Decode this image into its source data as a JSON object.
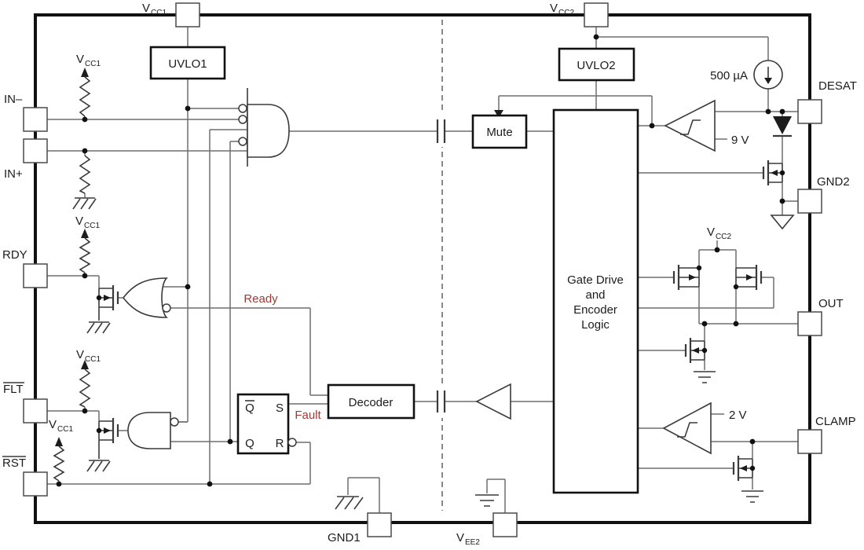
{
  "diagram": {
    "pins": {
      "vcc1": {
        "base": "V",
        "sub": "CC1"
      },
      "vcc2": {
        "base": "V",
        "sub": "CC2"
      },
      "in_minus": "IN–",
      "in_plus": "IN+",
      "rdy": "RDY",
      "flt": "FLT",
      "rst": "RST",
      "desat": "DESAT",
      "gnd2": "GND2",
      "out": "OUT",
      "clamp": "CLAMP",
      "gnd1": "GND1",
      "vee2": {
        "base": "V",
        "sub": "EE2"
      }
    },
    "rails": {
      "vcc1": {
        "base": "V",
        "sub": "CC1"
      },
      "vcc2": {
        "base": "V",
        "sub": "CC2"
      }
    },
    "blocks": {
      "uvlo1": "UVLO1",
      "uvlo2": "UVLO2",
      "mute": "Mute",
      "decoder": "Decoder",
      "gate_drive": [
        "Gate Drive",
        "and",
        "Encoder",
        "Logic"
      ],
      "latch": {
        "qbar": "Q",
        "s": "S",
        "q": "Q",
        "r": "R"
      }
    },
    "signals": {
      "ready": "Ready",
      "fault": "Fault"
    },
    "annotations": {
      "current_source": "500 µA",
      "desat_threshold": "9 V",
      "clamp_threshold": "2 V"
    },
    "colors": {
      "signal_label": "#9e3b34",
      "wire": "#6f6f6f",
      "outline": "#111111"
    }
  }
}
